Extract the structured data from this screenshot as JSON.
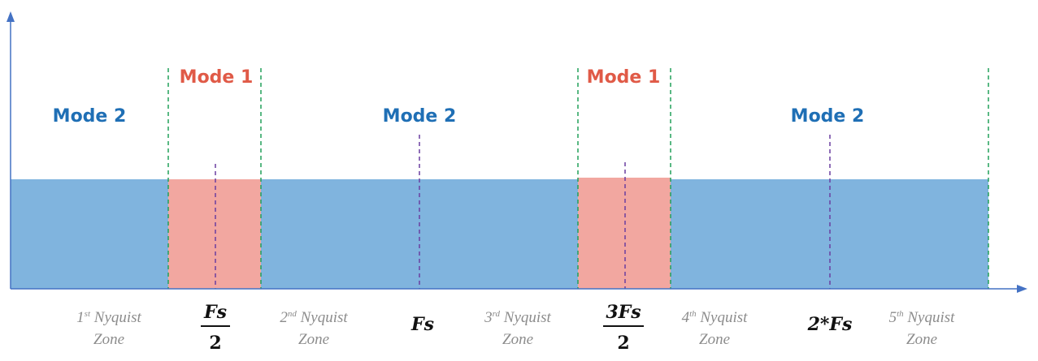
{
  "colors": {
    "mode1_band": "#f2a7a0",
    "mode2_band": "#80b4de",
    "mode1_label": "#e05a47",
    "mode2_label": "#1f6fb5",
    "axis": "#4472c4",
    "boundary_line": "#22a05a",
    "center_line": "#6a3fa0"
  },
  "modes": {
    "mode1_label": "Mode 1",
    "mode2_label": "Mode 2"
  },
  "zones": [
    {
      "ordinal": "1",
      "suffix": "st",
      "line1": " Nyquist",
      "line2": "Zone"
    },
    {
      "ordinal": "2",
      "suffix": "nd",
      "line1": " Nyquist",
      "line2": "Zone"
    },
    {
      "ordinal": "3",
      "suffix": "rd",
      "line1": " Nyquist",
      "line2": "Zone"
    },
    {
      "ordinal": "4",
      "suffix": "th",
      "line1": " Nyquist",
      "line2": "Zone"
    },
    {
      "ordinal": "5",
      "suffix": "th",
      "line1": " Nyquist",
      "line2": "Zone"
    }
  ],
  "frequencies": {
    "fs_half": {
      "numerator": "Fs",
      "denominator": "2"
    },
    "fs": "Fs",
    "three_fs_half": {
      "numerator": "3Fs",
      "denominator": "2"
    },
    "two_fs": "2*Fs"
  }
}
